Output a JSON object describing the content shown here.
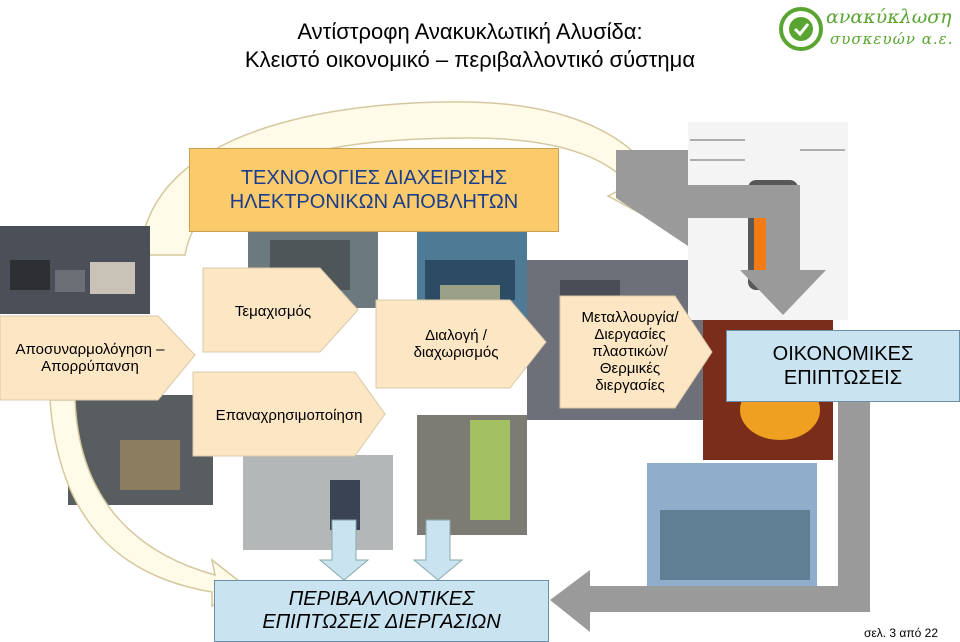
{
  "title": {
    "line1": "Αντίστροφη Ανακυκλωτική Αλυσίδα:",
    "line2": "Κλειστό οικονομικό – περιβαλλοντικό σύστημα"
  },
  "logo": {
    "line1": "ανακύκλωση",
    "line2": "συσκευών α.ε."
  },
  "top_box": {
    "line1": "ΤΕΧΝΟΛΟΓΙΕΣ ΔΙΑΧΕΙΡΙΣΗΣ",
    "line2": "ΗΛΕΚΤΡΟΝΙΚΩΝ ΑΠΟΒΛΗΤΩΝ"
  },
  "stages": {
    "dismantling_line1": "Αποσυναρμολόγηση –",
    "dismantling_line2": "Απορρύπανση",
    "shredding": "Τεμαχισμός",
    "reuse": "Επαναχρησιμοποίηση",
    "sorting_line1": "Διαλογή /",
    "sorting_line2": "διαχωρισμός",
    "metallurgy_line1": "Μεταλλουργία/",
    "metallurgy_line2": "Διεργασίες",
    "metallurgy_line3": "πλαστικών/",
    "metallurgy_line4": "Θερμικές",
    "metallurgy_line5": "διεργασίες"
  },
  "economic_box": {
    "line1": "ΟΙΚΟΝΟΜΙΚΕΣ",
    "line2": "ΕΠΙΠΤΩΣΕΙΣ"
  },
  "environment_box": {
    "line1": "ΠΕΡΙΒΑΛΛΟΝΤΙΚΕΣ",
    "line2": "ΕΠΙΠΤΩΣΕΙΣ ΔΙΕΡΓΑΣΙΩΝ"
  },
  "page_number": "σελ. 3 από 22",
  "colors": {
    "top_box_fill": "#fbca6b",
    "stage_fill": "#fde6c4",
    "economic_fill": "#c9e3f1",
    "environment_fill": "#c9e3f1",
    "arrow_fill": "#fffbe8",
    "grey_arrow": "#9a9a9a",
    "logo_green": "#5aa531"
  }
}
